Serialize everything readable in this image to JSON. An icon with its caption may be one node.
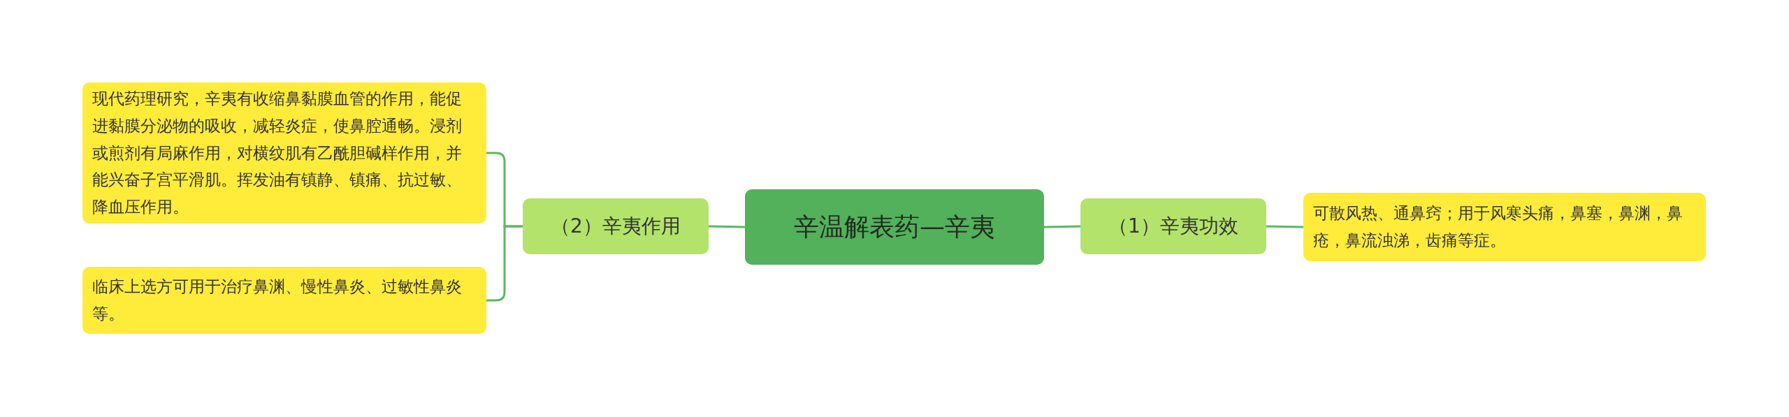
{
  "diagram": {
    "nodes": [
      {
        "text": [
          "辛温解表药—辛夷"
        ]
      },
      {
        "text": [
          "（1）辛夷功效"
        ]
      },
      {
        "text": [
          "可散风热、通鼻窍；用于风寒头痛，鼻塞，鼻渊，鼻疮，鼻流浊涕，齿痛等症。"
        ]
      },
      {
        "text": [
          "（2）辛夷作用"
        ]
      },
      {
        "text": [
          "现代药理研究，辛夷有收缩鼻黏膜血管的作用，能促进黏膜分泌物的吸收，减轻炎症，使鼻腔通畅。浸剂或煎剂有局麻作用，对横纹肌有乙酰胆碱样作用，并能兴奋子宫平滑肌。挥发油有镇静、镇痛、抗过敏、降血压作用。"
        ]
      },
      {
        "text": [
          "临床上选方可用于治疗鼻渊、慢性鼻炎、过敏性鼻炎等。"
        ]
      }
    ],
    "edges": [
      {
        "from": 0,
        "to": 1,
        "arrow": "none"
      },
      {
        "from": 1,
        "to": 2,
        "arrow": "none"
      },
      {
        "from": 0,
        "to": 3,
        "arrow": "none"
      },
      {
        "from": 3,
        "to": 4,
        "arrow": "none"
      },
      {
        "from": 3,
        "to": 5,
        "arrow": "none"
      }
    ]
  }
}
